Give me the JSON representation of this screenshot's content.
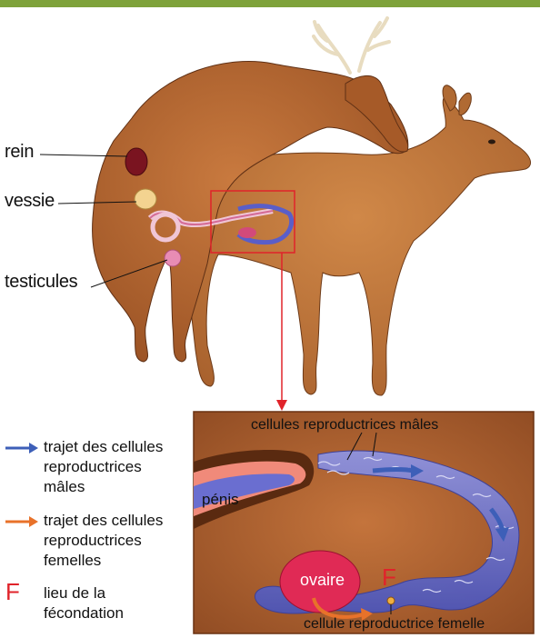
{
  "labels": {
    "rein": "rein",
    "vessie": "vessie",
    "testicules": "testicules"
  },
  "legend": {
    "male_path": "trajet des cellules\nreproductrices\nmâles",
    "female_path": "trajet des cellules\nreproductrices\nfemelles",
    "f_symbol": "F",
    "f_label": "lieu de la\nfécondation"
  },
  "inset": {
    "male_cells": "cellules reproductrices mâles",
    "penis": "pénis",
    "ovary": "ovaire",
    "f_marker": "F",
    "female_cell": "cellule reproductrice femelle"
  },
  "colors": {
    "male_arrow": "#3d5fb8",
    "female_arrow": "#e8722a",
    "f_red": "#e0232a",
    "pointer_red": "#e0232a",
    "deer_body": "#b86a34",
    "inset_bg": "#a8582a"
  }
}
